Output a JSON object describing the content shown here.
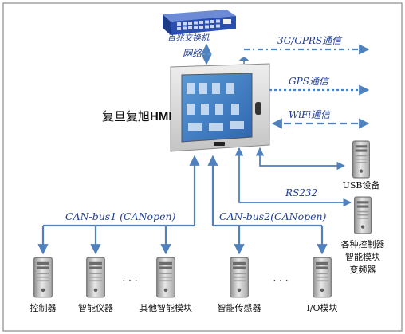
{
  "switch": {
    "label": "百兆交换机"
  },
  "network_label": "网络",
  "hmi": {
    "brand_pre": "复旦复旭",
    "brand_post": "HMI"
  },
  "links": {
    "gprs": "3G/GPRS通信",
    "gps": "GPS通信",
    "wifi": "WiFi通信",
    "rs232": "RS232"
  },
  "buses": {
    "bus1": "CAN-bus1 (CANopen)",
    "bus2": "CAN-bus2(CANopen)"
  },
  "devices": {
    "usb": "USB设备",
    "controller": "控制器",
    "instrument": "智能仪器",
    "other_module": "其他智能模块",
    "sensor": "智能传感器",
    "io_module": "I/O模块",
    "multi_line1": "各种控制器",
    "multi_line2": "智能模块",
    "multi_line3": "变频器"
  },
  "ellipsis": "· · ·",
  "colors": {
    "line": "#4f81bd",
    "label_blue": "#1f3f96",
    "text": "#111111",
    "frame": "#8a8a8a",
    "switch_body": "#2a4fae",
    "screen": "#3a7dc9",
    "panel": "#d9d9d9"
  }
}
